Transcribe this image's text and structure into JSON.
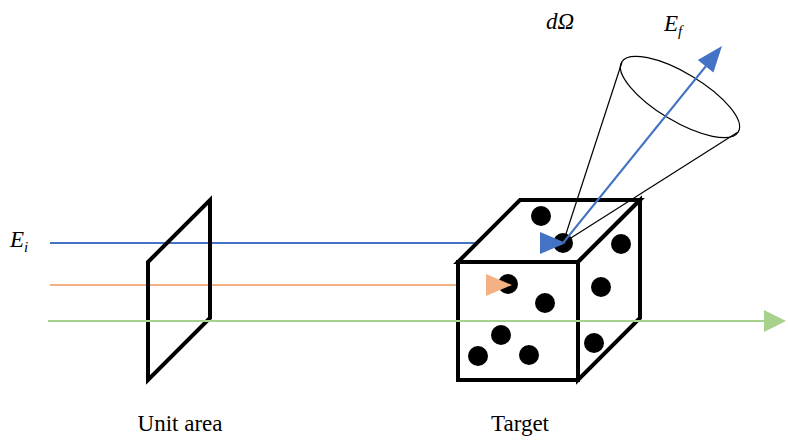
{
  "diagram": {
    "labels": [
      "dΩ",
      "Ef",
      "Ei",
      "Unit area",
      "Target"
    ]
  }
}
